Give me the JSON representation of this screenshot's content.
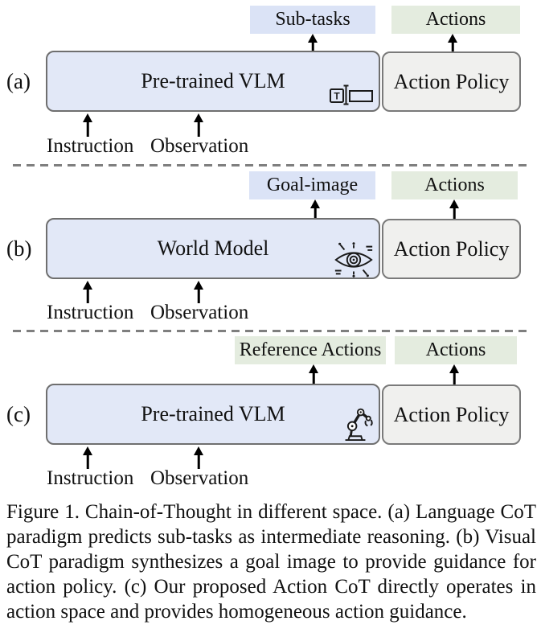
{
  "colors": {
    "label_blue": "#dbe3f6",
    "label_green": "#e4ecdf",
    "box_blue_fill": "#e2e8f7",
    "box_gray_fill": "#f0f0ee",
    "box_border_gray": "#6f6f6f",
    "dash_gray": "#7f7f7f",
    "arrow_black": "#000000"
  },
  "figure": {
    "rows": [
      {
        "tag": "(a)",
        "main_box_label": "Pre-trained VLM",
        "policy_box_label": "Action Policy",
        "intermediate_label": "Sub-tasks",
        "action_label": "Actions",
        "icon": "text-input-icon",
        "input_labels": [
          "Instruction",
          "Observation"
        ]
      },
      {
        "tag": "(b)",
        "main_box_label": "World Model",
        "policy_box_label": "Action Policy",
        "intermediate_label": "Goal-image",
        "action_label": "Actions",
        "icon": "vision-eye-icon",
        "input_labels": [
          "Instruction",
          "Observation"
        ]
      },
      {
        "tag": "(c)",
        "main_box_label": "Pre-trained VLM",
        "policy_box_label": "Action Policy",
        "intermediate_label": "Reference Actions",
        "action_label": "Actions",
        "icon": "robot-arm-icon",
        "input_labels": [
          "Instruction",
          "Observation"
        ]
      }
    ],
    "caption": "Figure 1. Chain-of-Thought in different space. (a) Language CoT paradigm predicts sub-tasks as intermediate reasoning. (b) Visual CoT paradigm synthesizes a goal image to provide guidance for action policy. (c) Our proposed Action CoT directly operates in action space and provides homogeneous action guidance."
  }
}
